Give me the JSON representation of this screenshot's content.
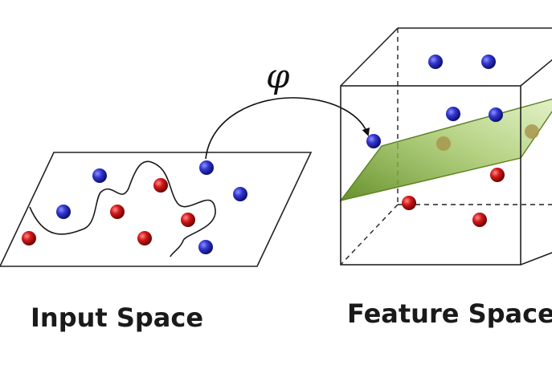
{
  "input_space": {
    "label": "Input Space",
    "points": [
      {
        "color": "blue"
      },
      {
        "color": "red"
      },
      {
        "color": "blue"
      },
      {
        "color": "red"
      },
      {
        "color": "red"
      },
      {
        "color": "red"
      },
      {
        "color": "blue"
      },
      {
        "color": "red"
      },
      {
        "color": "blue"
      },
      {
        "color": "blue"
      }
    ]
  },
  "mapping": {
    "symbol": "φ"
  },
  "feature_space": {
    "label": "Feature Space",
    "points": [
      {
        "color": "blue"
      },
      {
        "color": "blue"
      },
      {
        "color": "blue"
      },
      {
        "color": "blue"
      },
      {
        "color": "blue"
      },
      {
        "color": "red"
      },
      {
        "color": "red"
      },
      {
        "color": "red"
      },
      {
        "color": "red"
      },
      {
        "color": "red"
      }
    ]
  },
  "colors": {
    "blue_point": "#2b2fbf",
    "red_point": "#c81515",
    "plane_fill": "#9cc25a",
    "plane_edge": "#5c7f22",
    "line": "#1a1a1a"
  }
}
